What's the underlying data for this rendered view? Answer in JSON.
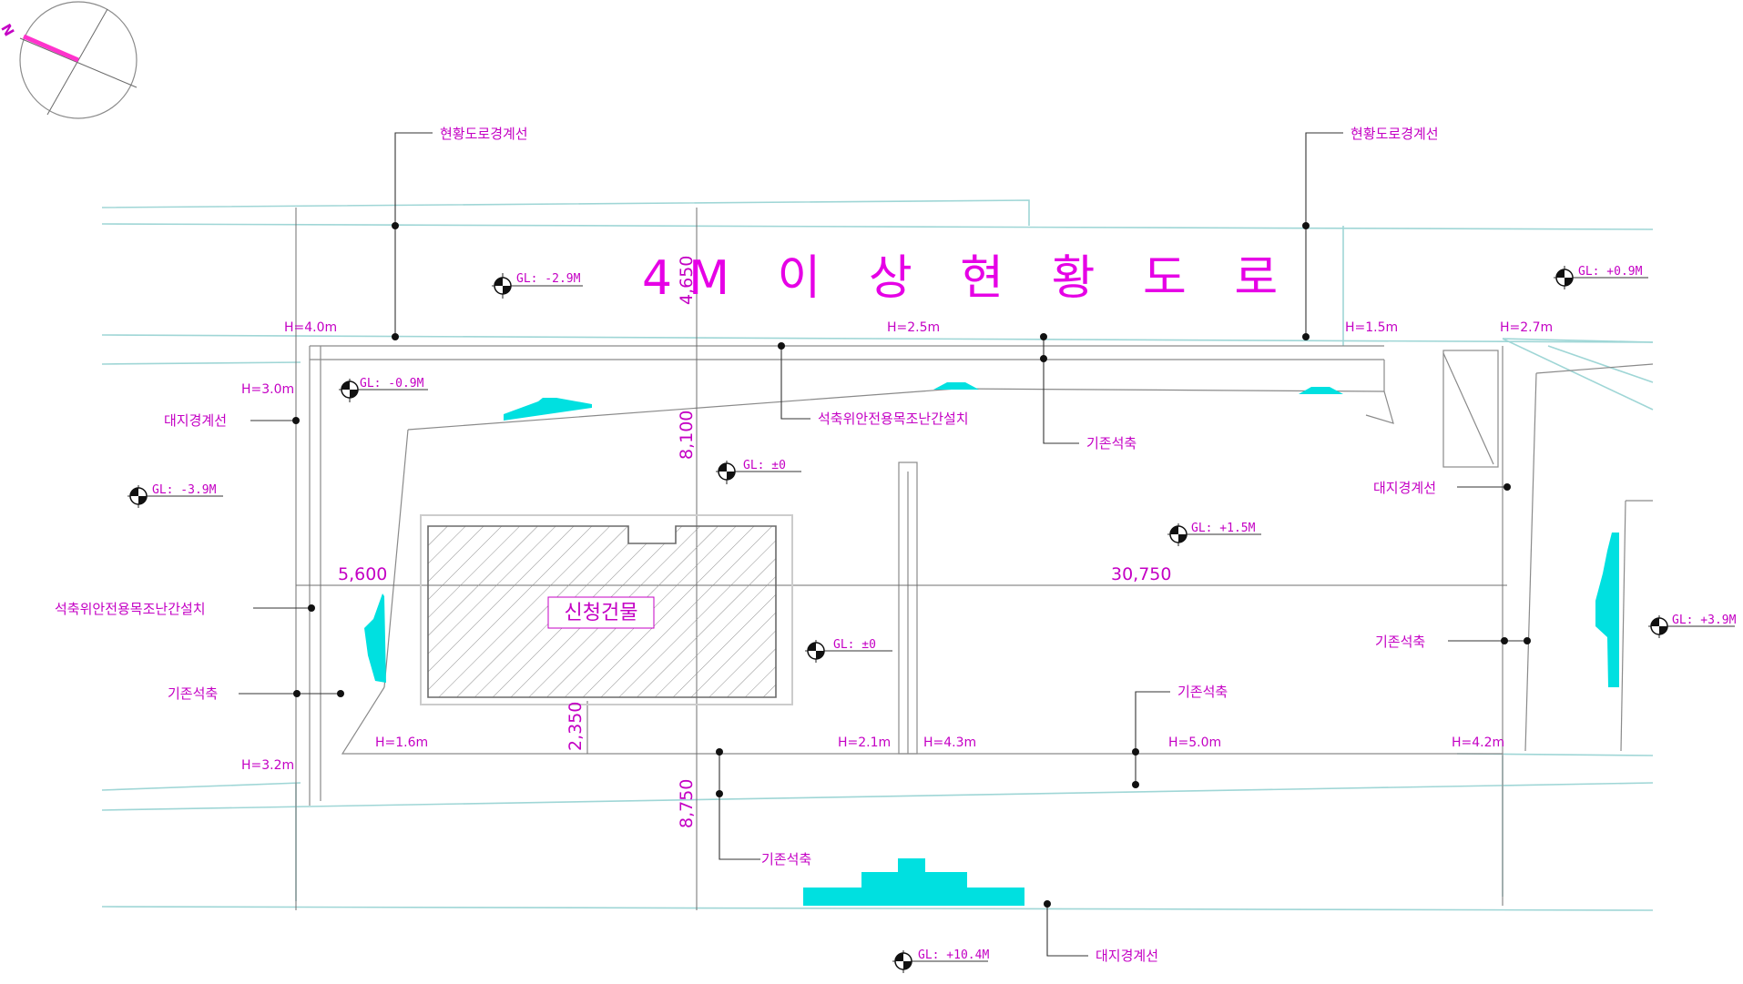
{
  "road_title": "4M 이 상 현 황 도 로",
  "building_label": "신청건물",
  "north_label": "N",
  "labels": {
    "road_boundary_left": "현황도로경계선",
    "road_boundary_right": "현황도로경계선",
    "site_boundary_left": "대지경계선",
    "site_boundary_right": "대지경계선",
    "site_boundary_bottom": "대지경계선",
    "railing_top": "석축위안전용목조난간설치",
    "railing_left": "석축위안전용목조난간설치",
    "existing_wall_top": "기존석축",
    "existing_wall_left": "기존석축",
    "existing_wall_right": "기존석축",
    "existing_wall_mid": "기존석축",
    "existing_wall_bottom": "기존석축"
  },
  "heights": {
    "h1": "H=4.0m",
    "h2": "H=2.5m",
    "h3": "H=1.5m",
    "h4": "H=2.7m",
    "h5": "H=3.0m",
    "h6": "H=1.6m",
    "h7": "H=2.1m",
    "h8": "H=4.3m",
    "h9": "H=5.0m",
    "h10": "H=4.2m",
    "h11": "H=3.2m"
  },
  "ground_levels": {
    "gl1": "GL: -2.9M",
    "gl2": "GL: +0.9M",
    "gl3": "GL: -0.9M",
    "gl4": "GL: ±0",
    "gl5": "GL: -3.9M",
    "gl6": "GL: +1.5M",
    "gl7": "GL: ±0",
    "gl8": "GL: +3.9M",
    "gl9": "GL: +10.4M"
  },
  "dimensions": {
    "d_top": "4,650",
    "d_mid": "8,100",
    "d_left": "5,600",
    "d_right": "30,750",
    "d_bottom_small": "2,350",
    "d_bottom": "8,750"
  },
  "colors": {
    "text_magenta": "#c400c4",
    "road_title": "#e600e6",
    "retaining_wall": "#00e0e0",
    "road_outline": "#9fd6d6"
  }
}
